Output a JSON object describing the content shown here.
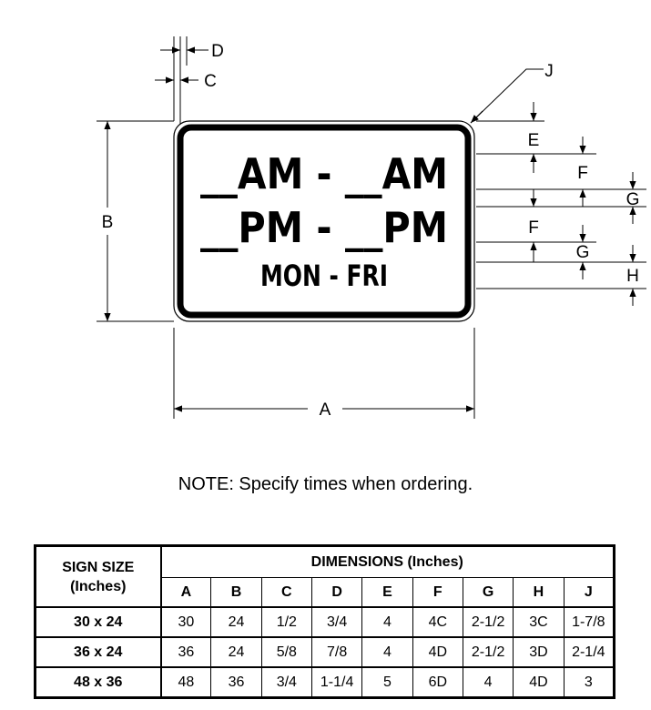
{
  "sign": {
    "line1": "__AM - __AM",
    "line2": "__PM - __PM",
    "line3": "MON - FRI"
  },
  "dimension_labels": {
    "a": "A",
    "b": "B",
    "c": "C",
    "d": "D",
    "e": "E",
    "f": "F",
    "g": "G",
    "h": "H",
    "j": "J"
  },
  "note": "NOTE:  Specify times when ordering.",
  "table": {
    "size_header_line1": "SIGN SIZE",
    "size_header_line2": "(Inches)",
    "dimensions_header": "DIMENSIONS (Inches)",
    "columns": [
      "A",
      "B",
      "C",
      "D",
      "E",
      "F",
      "G",
      "H",
      "J"
    ],
    "rows": [
      {
        "size": "30 x 24",
        "values": [
          "30",
          "24",
          "1/2",
          "3/4",
          "4",
          "4C",
          "2-1/2",
          "3C",
          "1-7/8"
        ]
      },
      {
        "size": "36 x 24",
        "values": [
          "36",
          "24",
          "5/8",
          "7/8",
          "4",
          "4D",
          "2-1/2",
          "3D",
          "2-1/4"
        ]
      },
      {
        "size": "48 x 36",
        "values": [
          "48",
          "36",
          "3/4",
          "1-1/4",
          "5",
          "6D",
          "4",
          "4D",
          "3"
        ]
      }
    ]
  },
  "colors": {
    "ink": "#000000",
    "background": "#ffffff"
  }
}
